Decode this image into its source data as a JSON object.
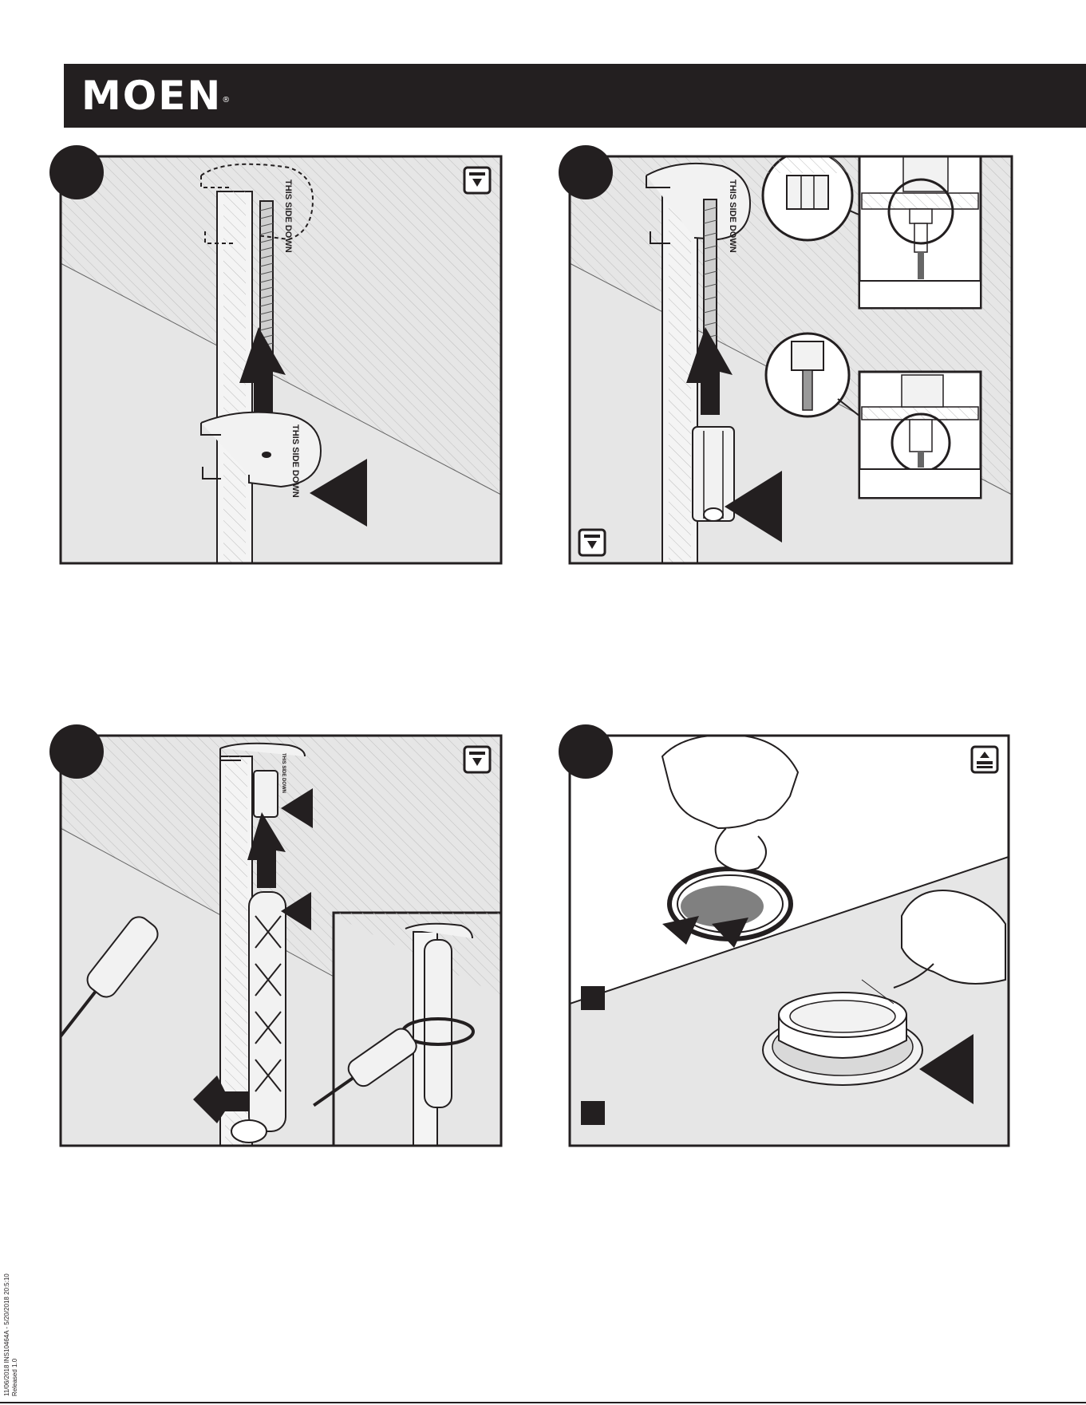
{
  "header": {
    "brand": "MOEN",
    "registered": "®"
  },
  "panels": [
    {
      "id": "panel-1",
      "label": "THIS SIDE DOWN",
      "icon": "under-sink-icon"
    },
    {
      "id": "panel-2",
      "label": "THIS SIDE DOWN",
      "icon": "under-sink-icon"
    },
    {
      "id": "panel-3",
      "label": "THIS SIDE DOWN",
      "icon": "under-sink-icon"
    },
    {
      "id": "panel-4",
      "icon": "above-sink-icon"
    }
  ],
  "footer": {
    "line1": "11/06/2018 INS10464A - 5/20/2018 20:5:10",
    "line2": "Released 1.0"
  },
  "colors": {
    "ink": "#231f20",
    "counter": "#e6e6e6",
    "hatch": "#bcbcbc"
  }
}
